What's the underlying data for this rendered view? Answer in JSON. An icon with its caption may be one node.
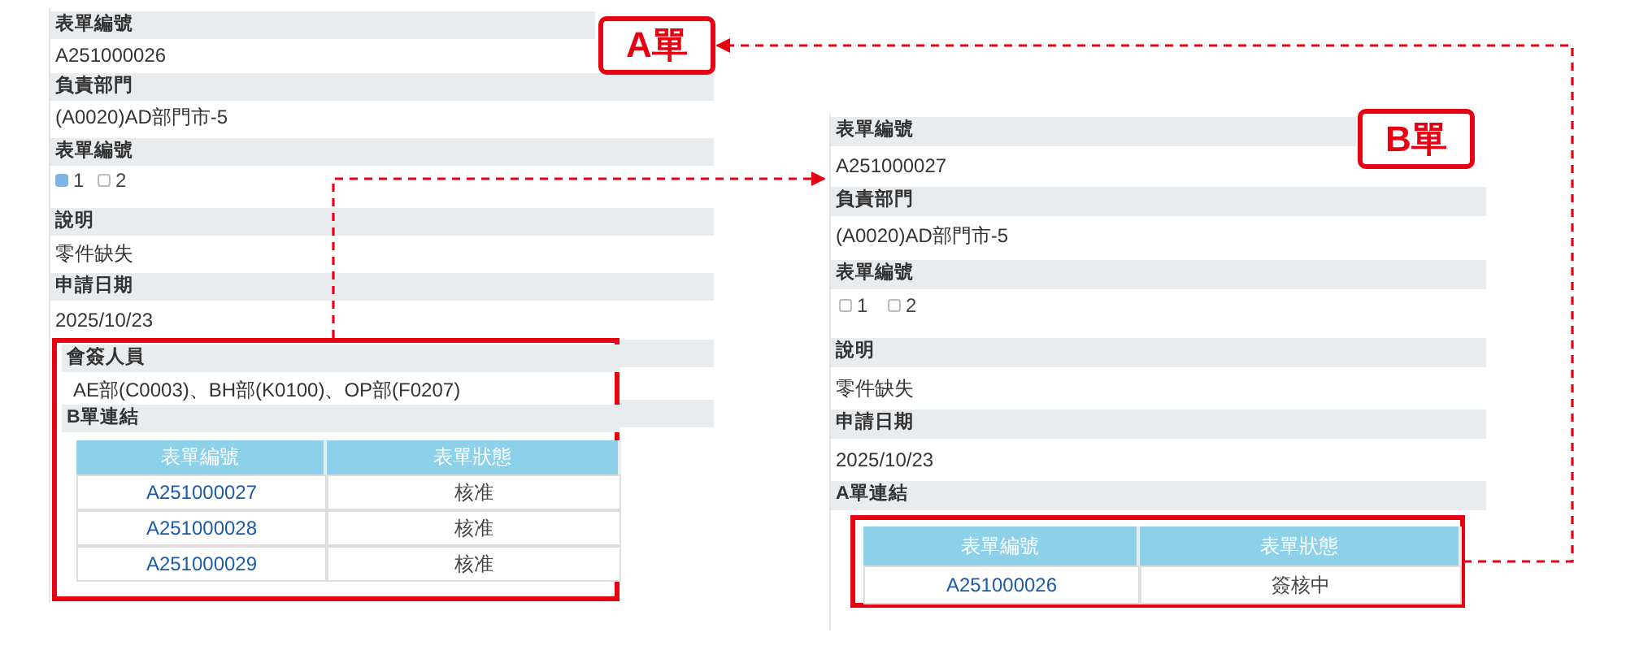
{
  "diagram": {
    "nodes": [
      {
        "text": [
          "A單"
        ],
        "in": 1
      },
      {
        "text": [
          "表單編號",
          "A251000026",
          "負責部門",
          "(A0020)AD部門市-5",
          "表單編號",
          "1",
          "2",
          "說明",
          "零件缺失",
          "申請日期",
          "2025/10/23"
        ]
      },
      {
        "text": [
          "會簽人員",
          "AE部(C0003)、BH部(K0100)、OP部(F0207)",
          "B單連結",
          "表單編號",
          "表單狀態",
          "A251000027",
          "核准",
          "A251000028",
          "核准",
          "A251000029",
          "核准"
        ],
        "in": 1
      },
      {
        "text": [
          "B單"
        ]
      },
      {
        "text": [
          "表單編號",
          "A251000027",
          "負責部門",
          "(A0020)AD部門市-5",
          "表單編號",
          "1",
          "2",
          "說明",
          "零件缺失",
          "申請日期",
          "2025/10/23",
          "A單連結"
        ]
      },
      {
        "text": [
          "表單編號",
          "表單狀態",
          "A251000026",
          "簽核中"
        ],
        "in": 4
      }
    ],
    "edges": [
      {
        "from": 2,
        "to": 4,
        "arrow": "to",
        "style": "dashed"
      },
      {
        "from": 5,
        "to": 0,
        "arrow": "to",
        "style": "dashed"
      }
    ]
  }
}
